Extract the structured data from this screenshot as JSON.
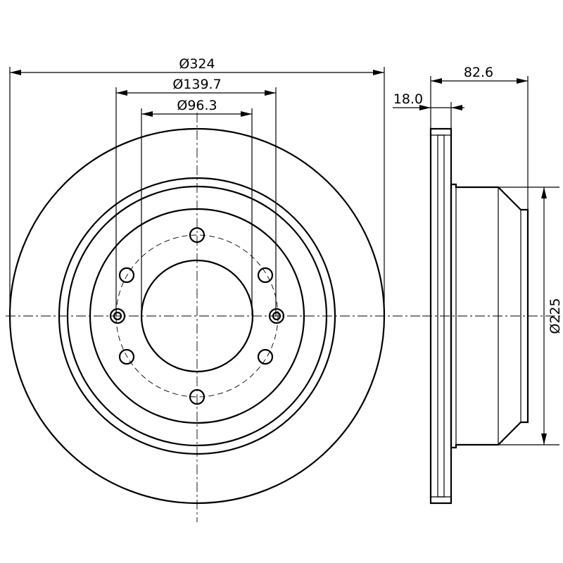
{
  "dimensions": {
    "outer_diameter": "Ø324",
    "bolt_circle_diameter": "Ø139.7",
    "center_bore_diameter": "Ø96.3",
    "overall_height": "82.6",
    "disc_thickness": "18.0",
    "hat_diameter": "Ø225"
  },
  "colors": {
    "line": "#000000",
    "background": "#ffffff"
  }
}
